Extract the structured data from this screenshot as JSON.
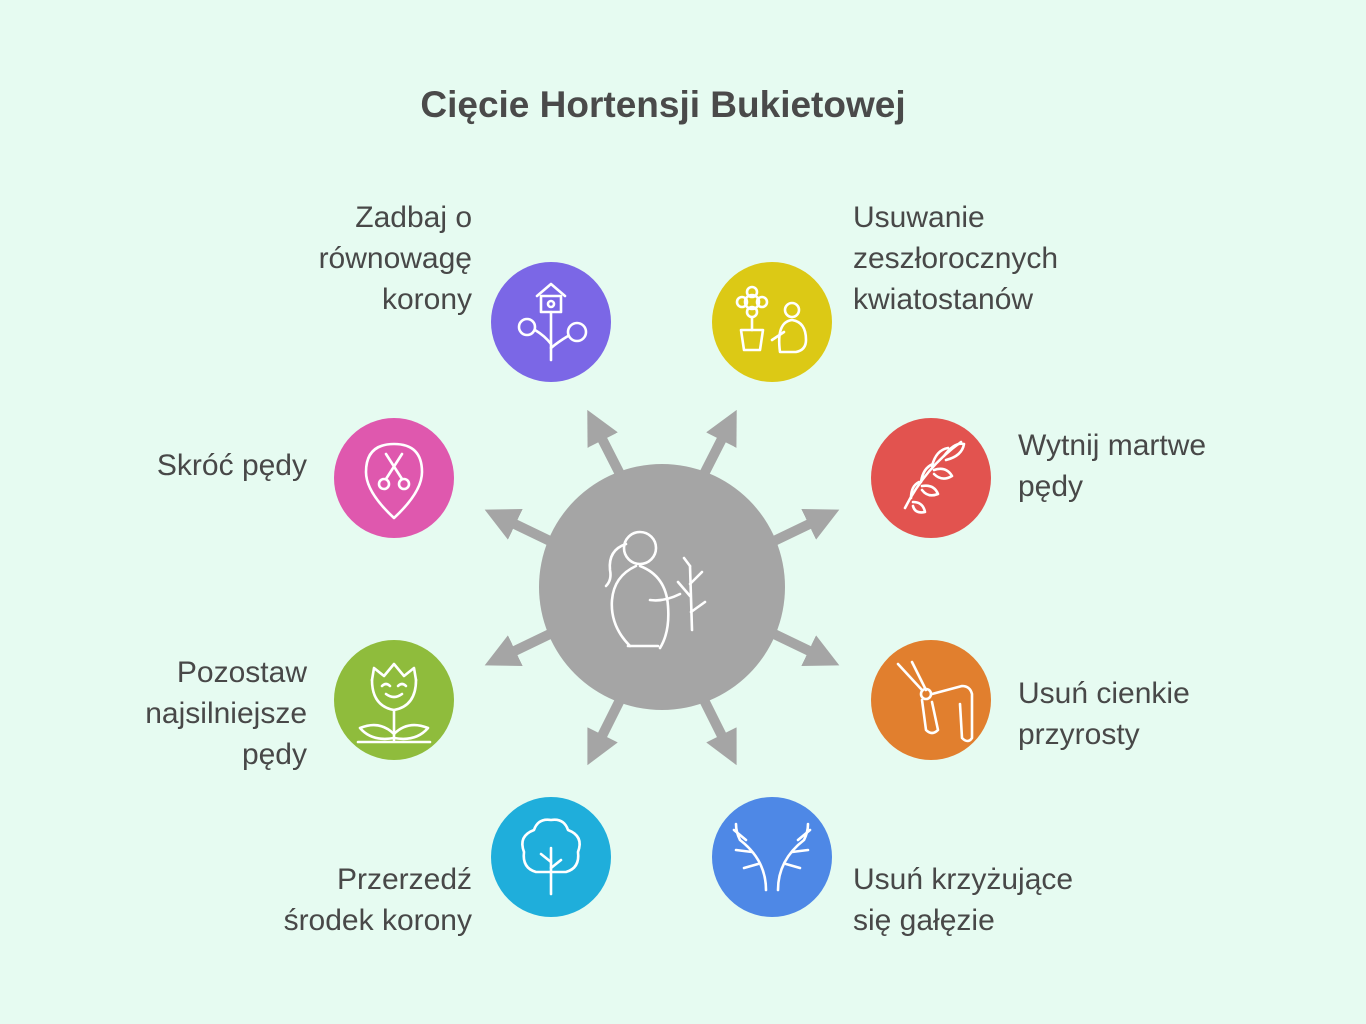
{
  "title": "Cięcie Hortensji Bukietowej",
  "center": {
    "icon": "gardener-with-branch-icon",
    "color": "#a5a5a5"
  },
  "items": [
    {
      "lines": [
        "Zadbaj o",
        "równowagę",
        "korony"
      ],
      "icon": "birdhouse-plant-icon",
      "color": "#7b67e6"
    },
    {
      "lines": [
        "Usuwanie",
        "zeszłorocznych",
        "kwiatostanów"
      ],
      "icon": "flowerpot-gardener-icon",
      "color": "#dcc915"
    },
    {
      "lines": [
        "Wytnij martwe",
        "pędy"
      ],
      "icon": "leafy-branch-icon",
      "color": "#e2534f"
    },
    {
      "lines": [
        "Usuń cienkie",
        "przyrosty"
      ],
      "icon": "pruning-shears-icon",
      "color": "#e17f2e"
    },
    {
      "lines": [
        "Usuń krzyżujące",
        "się gałęzie"
      ],
      "icon": "crossing-branches-icon",
      "color": "#4e88e6"
    },
    {
      "lines": [
        "Przerzedź",
        "środek korony"
      ],
      "icon": "tree-icon",
      "color": "#1faedb"
    },
    {
      "lines": [
        "Pozostaw",
        "najsilniejsze",
        "pędy"
      ],
      "icon": "tulip-icon",
      "color": "#8fbc3c"
    },
    {
      "lines": [
        "Skróć pędy"
      ],
      "icon": "scissors-pin-icon",
      "color": "#df58ae"
    }
  ]
}
